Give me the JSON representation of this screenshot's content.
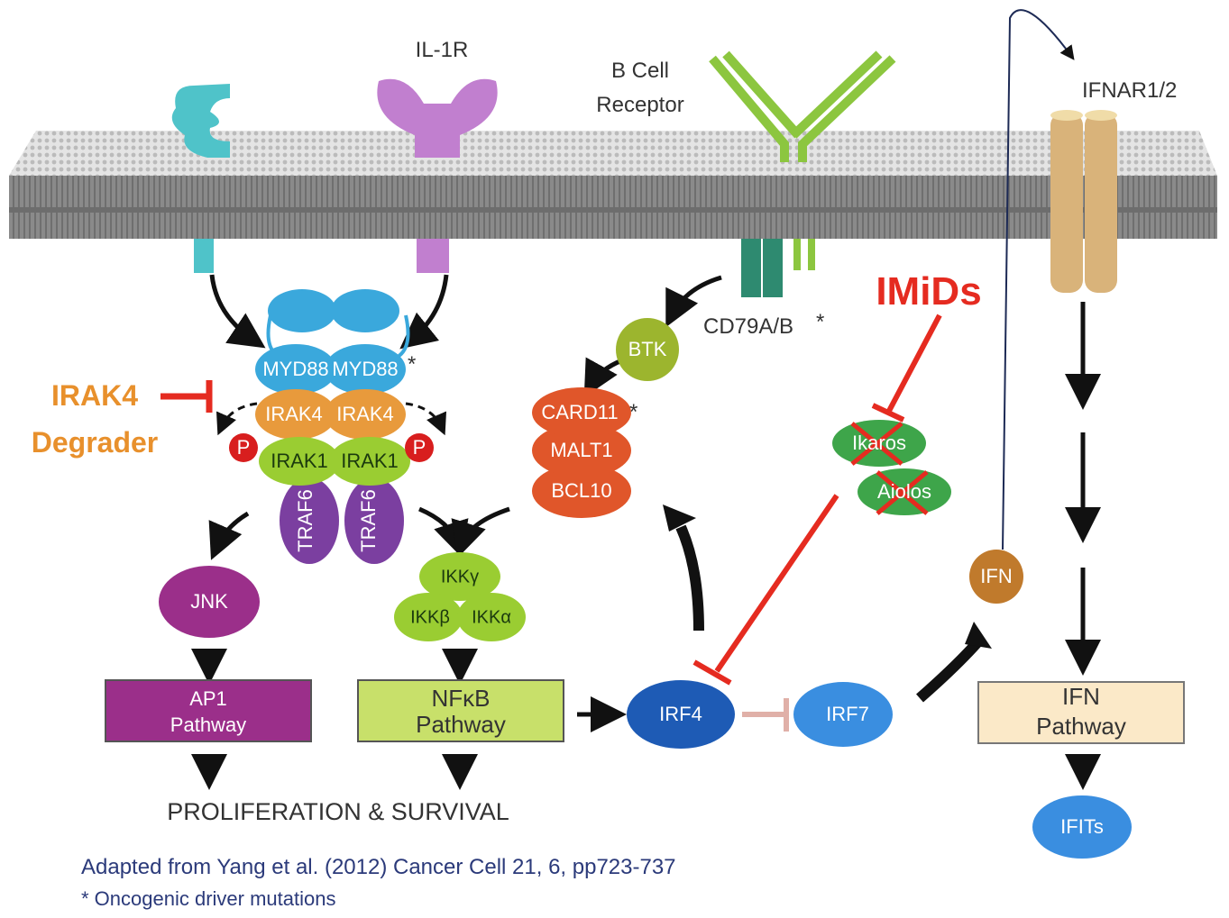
{
  "receptors": {
    "il1r": "IL-1R",
    "bcr_line1": "B Cell",
    "bcr_line2": "Receptor",
    "ifnar": "IFNAR1/2",
    "cd79": "CD79A/B",
    "cd79_star": "*"
  },
  "myddosome": {
    "myd88_left": "MYD88",
    "myd88_right": "MYD88",
    "myd88_star": "*",
    "irak4_left": "IRAK4",
    "irak4_right": "IRAK4",
    "irak1_left": "IRAK1",
    "irak1_right": "IRAK1",
    "p_left": "P",
    "p_right": "P",
    "traf6_left": "TRAF6",
    "traf6_right": "TRAF6"
  },
  "drugs": {
    "irak4_line1": "IRAK4",
    "irak4_line2": "Degrader",
    "imids": "IMiDs"
  },
  "nodes": {
    "btk": "BTK",
    "card11": "CARD11",
    "card11_star": "*",
    "malt1": "MALT1",
    "bcl10": "BCL10",
    "ikaros": "Ikaros",
    "aiolos": "Aiolos",
    "ifn": "IFN",
    "jnk": "JNK",
    "ikkg": "IKKγ",
    "ikkb": "IKKβ",
    "ikka": "IKKα",
    "irf4": "IRF4",
    "irf7": "IRF7",
    "ifits": "IFITs"
  },
  "pathways": {
    "ap1_line1": "AP1",
    "ap1_line2": "Pathway",
    "nfkb_line1": "NFκB",
    "nfkb_line2": "Pathway",
    "ifn_line1": "IFN",
    "ifn_line2": "Pathway"
  },
  "outcome": "PROLIFERATION & SURVIVAL",
  "caption": {
    "source": "Adapted from Yang et al. (2012) Cancer Cell 21, 6, pp723-737",
    "footnote": "* Oncogenic driver mutations"
  },
  "colors": {
    "myd88": "#3aa8dc",
    "irak4": "#e89a3c",
    "irak1": "#9acd32",
    "traf6": "#7b3fa0",
    "phospho": "#d81e1e",
    "card": "#e0562a",
    "btk": "#9cb52e",
    "ikaros": "#3ea54a",
    "irf": "#1e5bb5",
    "ifn": "#c07a2c",
    "ap1": "#9b2f8a",
    "nfkb": "#c8e06a",
    "ifnbox": "#fbe9c8",
    "inhibit": "#e52b20",
    "degrader": "#e8902c"
  }
}
